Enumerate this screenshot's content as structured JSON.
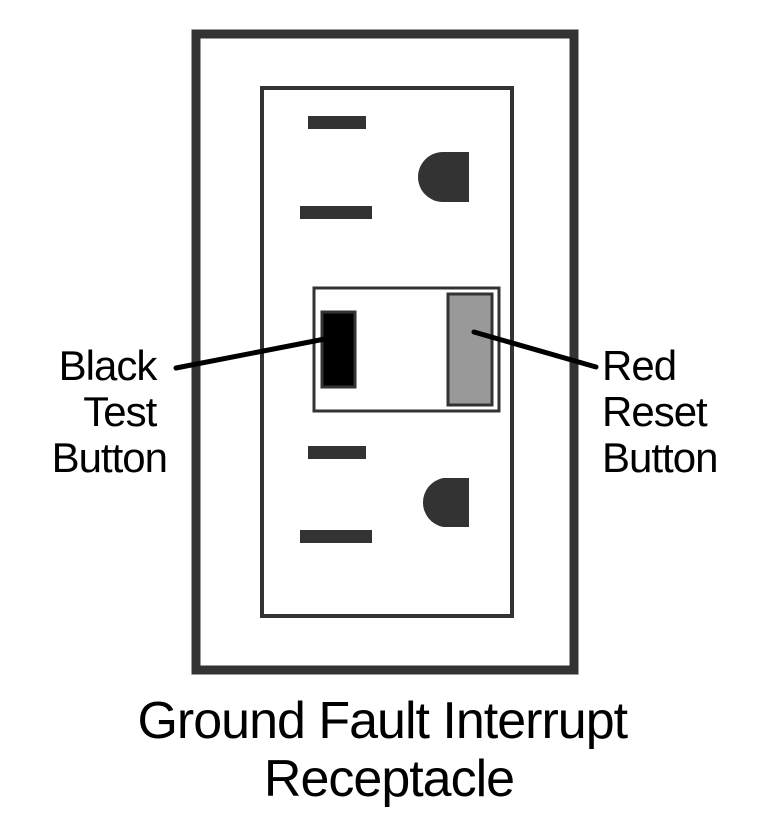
{
  "labels": {
    "test_button": [
      "Black",
      "Test",
      "Button"
    ],
    "reset_button": [
      "Red",
      "Reset",
      "Button"
    ]
  },
  "caption": {
    "line1": "Ground Fault Interrupt",
    "line2": "Receptacle"
  },
  "colors": {
    "outline": "#333333",
    "slot": "#333333",
    "test_button_fill": "#000000",
    "reset_button_fill": "#999999",
    "background": "#ffffff"
  }
}
